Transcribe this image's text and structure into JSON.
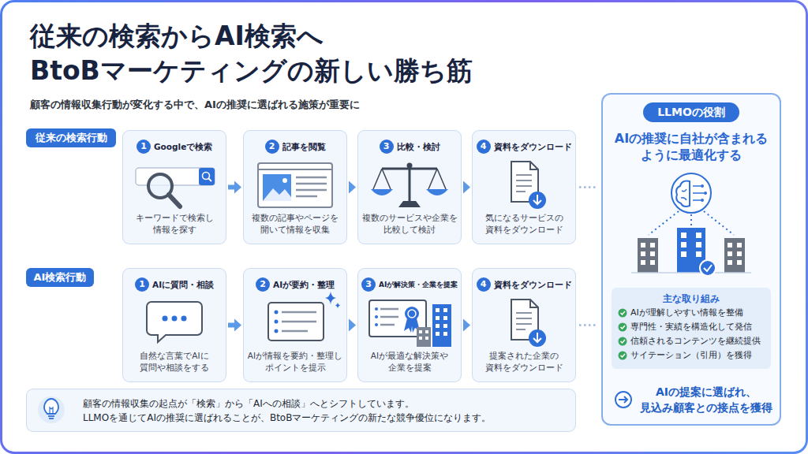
{
  "diagram": {
    "title": "従来の検索からAI検索へ BtoBマーケティングの新しい勝ち筋",
    "nodes": [
      {
        "text": [
          "従来の検索行動"
        ]
      },
      {
        "text": [
          "Googleで検索",
          "キーワードで検索し 情報を探す"
        ]
      },
      {
        "text": [
          "1"
        ],
        "in": 1
      },
      {
        "text": [
          "記事を閲覧",
          "複数の記事やページを 開いて情報を収集"
        ]
      },
      {
        "text": [
          "2"
        ],
        "in": 3
      },
      {
        "text": [
          "比較・検討",
          "複数のサービスや企業を 比較して検討"
        ]
      },
      {
        "text": [
          "3"
        ],
        "in": 5
      },
      {
        "text": [
          "資料をダウンロード",
          "気になるサービスの 資料をダウンロード"
        ]
      },
      {
        "text": [
          "4"
        ],
        "in": 7
      },
      {
        "text": [
          "AI検索行動"
        ]
      },
      {
        "text": [
          "AIに質問・相談",
          "自然な言葉でAIに 質問や相談をする"
        ]
      },
      {
        "text": [
          "1"
        ],
        "in": 10
      },
      {
        "text": [
          "AIが要約・整理",
          "AIが情報を要約・整理し ポイントを提示"
        ]
      },
      {
        "text": [
          "2"
        ],
        "in": 12
      },
      {
        "text": [
          "AIが解決策・企業を提案",
          "AIが最適な解決策や 企業を提案"
        ]
      },
      {
        "text": [
          "3"
        ],
        "in": 14
      },
      {
        "text": [
          "資料をダウンロード",
          "提案された企業の 資料をダウンロード"
        ]
      },
      {
        "text": [
          "4"
        ],
        "in": 16
      },
      {
        "text": [
          "顧客の情報収集の起点が「検索」から「AIへの相談」へとシフトしています。",
          "LLMOを通じてAIの推奨に選ばれることが、BtoBマーケティングの新たな競争優位になります。"
        ]
      },
      {
        "text": [
          "AIの推奨に自社が含まれる ように最適化する",
          "AIの提案に選ばれ、 見込み顧客との接点を獲得"
        ]
      },
      {
        "text": [
          "LLMOの役割"
        ],
        "in": 19
      },
      {
        "text": [
          "主な取り組み",
          "AIが理解しやすい情報を整備",
          "専門性・実績を構造化して発信",
          "信頼されるコンテンツを継続提供",
          "サイテーション（引用）を獲得"
        ],
        "in": 19
      }
    ],
    "edges": [
      {
        "from": 1,
        "to": 3,
        "arrow": "to"
      },
      {
        "from": 3,
        "to": 5,
        "arrow": "to"
      },
      {
        "from": 5,
        "to": 7,
        "arrow": "to"
      },
      {
        "from": 7,
        "to": 19,
        "arrow": "none"
      },
      {
        "from": 10,
        "to": 12,
        "arrow": "to"
      },
      {
        "from": 12,
        "to": 14,
        "arrow": "to"
      },
      {
        "from": 14,
        "to": 16,
        "arrow": "to"
      },
      {
        "from": 16,
        "to": 19,
        "arrow": "none"
      }
    ],
    "labels": [
      "顧客の情報収集行動が変化する中で、AIの推奨に選ばれる施策が重要に"
    ]
  }
}
